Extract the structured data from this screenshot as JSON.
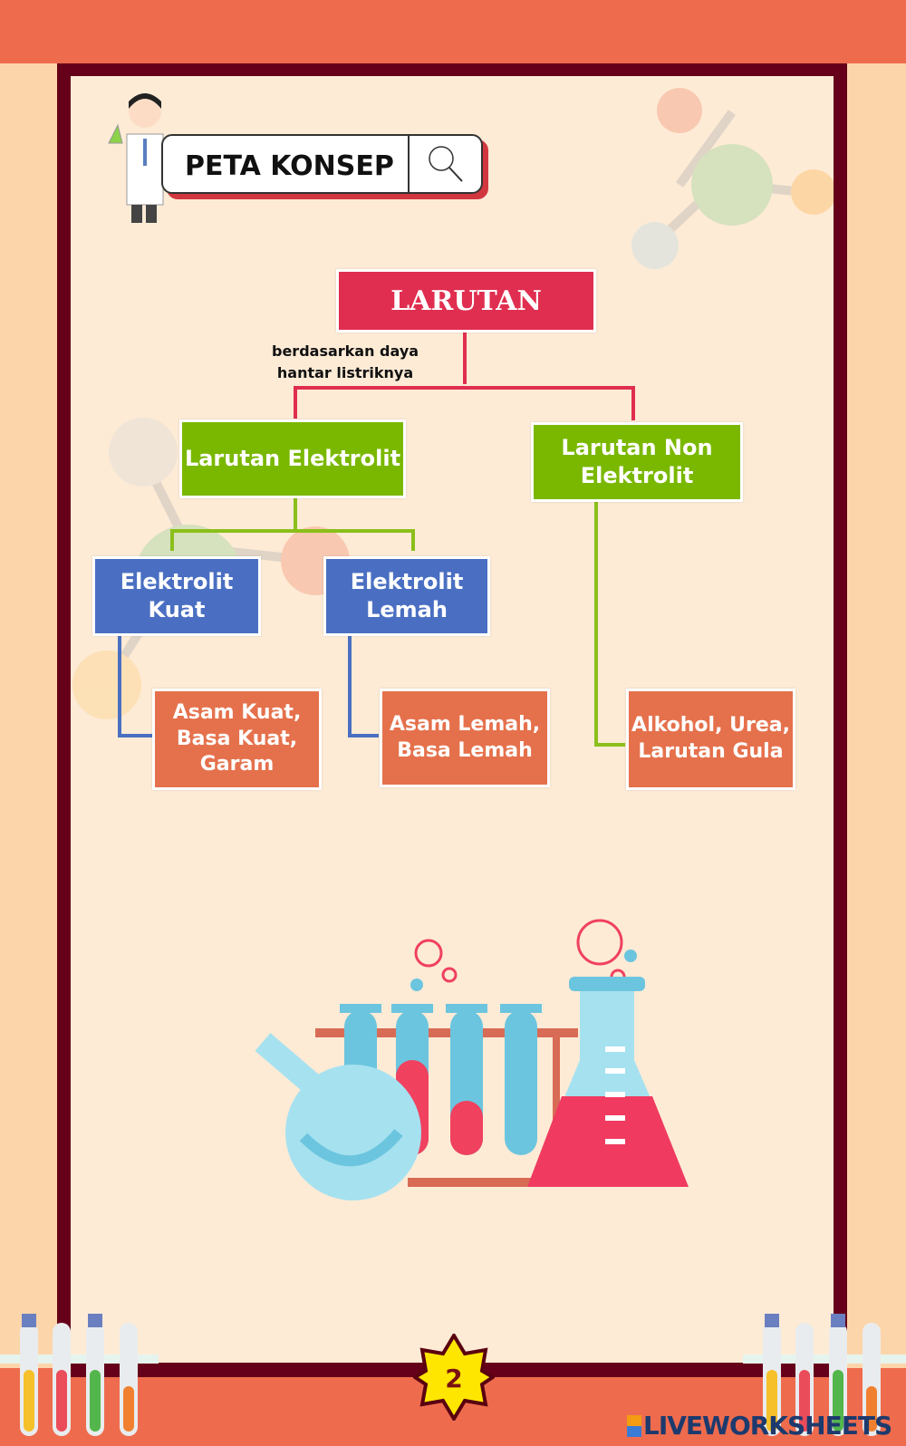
{
  "header": {
    "title": "PETA KONSEP",
    "search_icon": "magnifier-icon"
  },
  "concept_map": {
    "root": "LARUTAN",
    "relation_label": [
      "berdasarkan daya",
      "hantar listriknya"
    ],
    "electrolyte": "Larutan Elektrolit",
    "non_electrolyte": [
      "Larutan Non",
      "Elektrolit"
    ],
    "strong": [
      "Elektrolit",
      "Kuat"
    ],
    "weak": [
      "Elektrolit",
      "Lemah"
    ],
    "strong_examples": [
      "Asam Kuat,",
      "Basa Kuat,",
      "Garam"
    ],
    "weak_examples": [
      "Asam Lemah,",
      "Basa Lemah"
    ],
    "non_examples": [
      "Alkohol, Urea,",
      "Larutan Gula"
    ]
  },
  "footer": {
    "page_number": "2",
    "brand": "LIVEWORKSHEETS"
  },
  "colors": {
    "root": "#e02e50",
    "green": "#7ab800",
    "blue": "#4a6fc2",
    "orange": "#e5714c"
  }
}
